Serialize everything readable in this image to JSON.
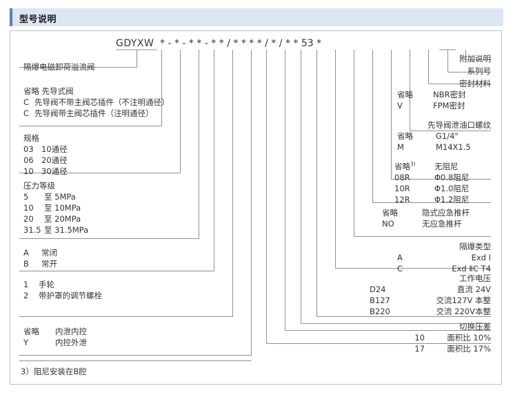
{
  "header": {
    "title": "型号说明"
  },
  "model_code": {
    "prefix": "GDYXW",
    "tokens": "* - * - * * - * * / * * * * / * / * * 53 *"
  },
  "left_blocks": [
    {
      "name": "product-name",
      "lines": [
        {
          "key": "",
          "val": "隔爆电磁卸荷溢流阀"
        }
      ]
    },
    {
      "name": "pilot-valve-type",
      "lines": [
        {
          "key": "",
          "val": "省略 先导式阀"
        },
        {
          "key": "C",
          "val": "先导阀不带主阀芯插件（不注明通径）"
        },
        {
          "key": "C",
          "val": "先导阀带主阀芯插件（注明通径）"
        }
      ]
    },
    {
      "name": "size-spec",
      "lines": [
        {
          "key": "",
          "val": "规格"
        },
        {
          "key": "03",
          "val": "10通径"
        },
        {
          "key": "06",
          "val": "20通径"
        },
        {
          "key": "10",
          "val": "30通径"
        }
      ]
    },
    {
      "name": "pressure-rating",
      "lines": [
        {
          "key": "",
          "val": "压力等级"
        },
        {
          "key": "5",
          "val": "至  5MPa"
        },
        {
          "key": "10",
          "val": "至 10MPa"
        },
        {
          "key": "20",
          "val": "至 20MPa"
        },
        {
          "key": "31.5",
          "val": "至 31.5MPa"
        }
      ]
    },
    {
      "name": "normal-state",
      "lines": [
        {
          "key": "A",
          "val": "常闭"
        },
        {
          "key": "B",
          "val": "常开"
        }
      ]
    },
    {
      "name": "adjustment-type",
      "lines": [
        {
          "key": "1",
          "val": "手轮"
        },
        {
          "key": "2",
          "val": "带护罩的调节螺栓"
        }
      ]
    },
    {
      "name": "drain-control",
      "lines": [
        {
          "key": "省略",
          "val": "内泄内控"
        },
        {
          "key": "Y",
          "val": "内控外泄"
        }
      ]
    }
  ],
  "right_blocks": [
    {
      "name": "additional-note",
      "lines": [
        {
          "key": "",
          "val": "附加说明"
        }
      ]
    },
    {
      "name": "series-number",
      "lines": [
        {
          "key": "",
          "val": "系列号"
        }
      ]
    },
    {
      "name": "seal-material",
      "lines": [
        {
          "key": "",
          "val": "密封材料"
        },
        {
          "key": "省略",
          "val": "NBR密封"
        },
        {
          "key": "V",
          "val": "FPM密封"
        }
      ]
    },
    {
      "name": "pilot-drain-thread",
      "lines": [
        {
          "key": "",
          "val": "先导阀泄油口螺纹"
        },
        {
          "key": "省略",
          "val": "G1/4\""
        },
        {
          "key": "M",
          "val": "M14X1.5"
        }
      ]
    },
    {
      "name": "damping-orifice",
      "lines": [
        {
          "key": "省略3)",
          "val": "无阻尼"
        },
        {
          "key": "08R",
          "val": "Φ0.8阻尼"
        },
        {
          "key": "10R",
          "val": "Φ1.0阻尼"
        },
        {
          "key": "12R",
          "val": "Φ1.2阻尼"
        }
      ]
    },
    {
      "name": "emergency-push-rod",
      "lines": [
        {
          "key": "省略",
          "val": "隐式应急推杆"
        },
        {
          "key": "NO",
          "val": "无应急推杆"
        }
      ]
    },
    {
      "name": "explosion-proof-type",
      "lines": [
        {
          "key": "",
          "val": "隔爆类型"
        },
        {
          "key": "A",
          "val": "Exd Ⅰ"
        },
        {
          "key": "C",
          "val": "Exd ⅡC T4"
        }
      ]
    },
    {
      "name": "working-voltage",
      "lines": [
        {
          "key": "",
          "val": "工作电压"
        },
        {
          "key": "D24",
          "val": "直流 24V"
        },
        {
          "key": "B127",
          "val": "交流127V 本整"
        },
        {
          "key": "B220",
          "val": "交流 220V本整"
        }
      ]
    },
    {
      "name": "switching-pressure-diff",
      "lines": [
        {
          "key": "",
          "val": "切换压差"
        },
        {
          "key": "10",
          "val": "面积比  10%"
        },
        {
          "key": "17",
          "val": "面积比  17%"
        }
      ]
    }
  ],
  "footnote": {
    "text": "3）阻尼安装在B腔"
  },
  "colors": {
    "header_bg": "#dbe6f2",
    "header_accent": "#5b7fae",
    "frame_border": "#b9bfc6",
    "line": "#8a8f96",
    "text": "#333333"
  }
}
